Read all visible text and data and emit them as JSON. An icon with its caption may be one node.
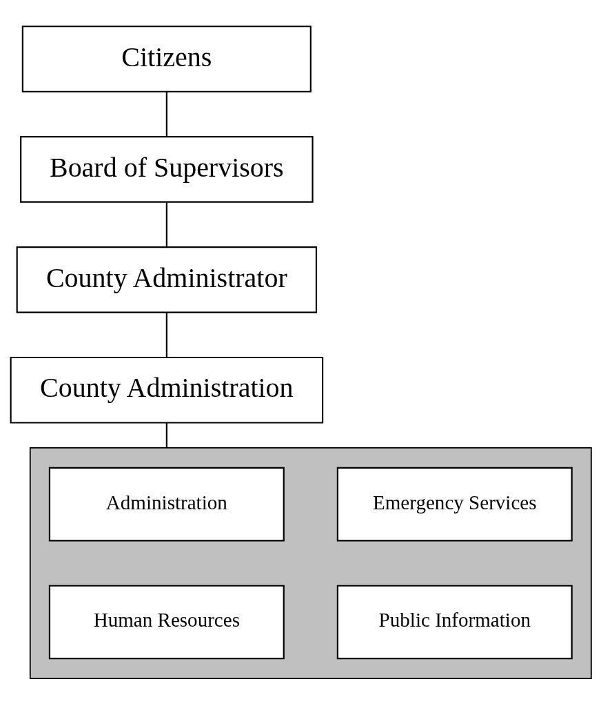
{
  "diagram": {
    "nodes": [
      {
        "text": [
          "Citizens"
        ]
      },
      {
        "text": [
          "Board of Supervisors"
        ]
      },
      {
        "text": [
          "County Administrator"
        ]
      },
      {
        "text": [
          "County Administration"
        ]
      },
      {
        "text": [],
        "shape": "box"
      },
      {
        "text": [
          "Administration"
        ],
        "in": 4
      },
      {
        "text": [
          "Emergency Services"
        ],
        "in": 4
      },
      {
        "text": [
          "Human Resources"
        ],
        "in": 4
      },
      {
        "text": [
          "Public Information"
        ],
        "in": 4
      }
    ],
    "edges": [
      {
        "from": 0,
        "to": 1,
        "arrow": "none"
      },
      {
        "from": 1,
        "to": 2,
        "arrow": "none"
      },
      {
        "from": 2,
        "to": 3,
        "arrow": "none"
      },
      {
        "from": 3,
        "to": 4,
        "arrow": "none"
      }
    ]
  }
}
